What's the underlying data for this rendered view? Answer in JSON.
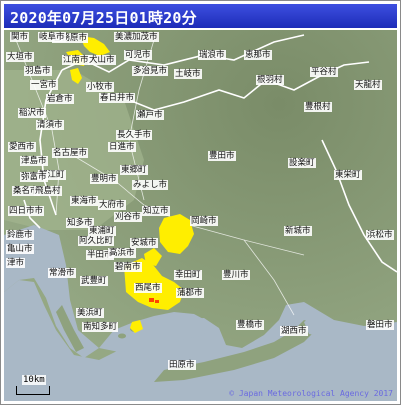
{
  "header": {
    "timestamp": "2020年07月25日01時20分"
  },
  "scale": {
    "label": "10km"
  },
  "copyright": "© Japan Meteorological Agency 2017",
  "colors": {
    "title_bg": "#2233cc",
    "land": "#8fa27e",
    "sea": "#a9b8c6",
    "rain_light": "#ffee00",
    "rain_moderate": "#ff4400"
  },
  "place_labels": [
    {
      "name": "各務原市"
    },
    {
      "name": "江南市"
    },
    {
      "name": "犬山市"
    },
    {
      "name": "多治見市"
    },
    {
      "name": "瑞浪市"
    },
    {
      "name": "恵那市"
    },
    {
      "name": "可児市"
    },
    {
      "name": "土岐市"
    },
    {
      "name": "小牧市"
    },
    {
      "name": "春日井市"
    },
    {
      "name": "一宮市"
    },
    {
      "name": "稲沢市"
    },
    {
      "name": "岩倉市"
    },
    {
      "name": "瀬戸市"
    },
    {
      "name": "清須市"
    },
    {
      "name": "名古屋市"
    },
    {
      "name": "長久手市"
    },
    {
      "name": "日進市"
    },
    {
      "name": "豊田市"
    },
    {
      "name": "愛西市"
    },
    {
      "name": "津島市"
    },
    {
      "name": "東郷町"
    },
    {
      "name": "豊明市"
    },
    {
      "name": "みよし市"
    },
    {
      "name": "東海市"
    },
    {
      "name": "大府市"
    },
    {
      "name": "刈谷市"
    },
    {
      "name": "知立市"
    },
    {
      "name": "安城市"
    },
    {
      "name": "岡崎市"
    },
    {
      "name": "知多市"
    },
    {
      "name": "阿久比町"
    },
    {
      "name": "半田市"
    },
    {
      "name": "碧南市"
    },
    {
      "name": "西尾市"
    },
    {
      "name": "幸田町"
    },
    {
      "name": "蒲郡市"
    },
    {
      "name": "豊川市"
    },
    {
      "name": "新城市"
    },
    {
      "name": "設楽町"
    },
    {
      "name": "東栄町"
    },
    {
      "name": "豊根村"
    },
    {
      "name": "平谷村"
    },
    {
      "name": "根羽村"
    },
    {
      "name": "天龍村"
    },
    {
      "name": "浜松市"
    },
    {
      "name": "湖西市"
    },
    {
      "name": "豊橋市"
    },
    {
      "name": "田原市"
    },
    {
      "name": "南知多町"
    },
    {
      "name": "美浜町"
    },
    {
      "name": "常滑市"
    },
    {
      "name": "武豊町"
    },
    {
      "name": "桑名市"
    },
    {
      "name": "四日市市"
    },
    {
      "name": "鈴鹿市"
    },
    {
      "name": "亀山市"
    },
    {
      "name": "津市"
    },
    {
      "name": "羽島市"
    },
    {
      "name": "大垣市"
    },
    {
      "name": "岐阜市"
    },
    {
      "name": "関市"
    },
    {
      "name": "美濃加茂市"
    },
    {
      "name": "蟹江町"
    },
    {
      "name": "弥富市"
    },
    {
      "name": "飛島村"
    },
    {
      "name": "高浜市"
    },
    {
      "name": "東浦町"
    },
    {
      "name": "磐田市"
    }
  ]
}
